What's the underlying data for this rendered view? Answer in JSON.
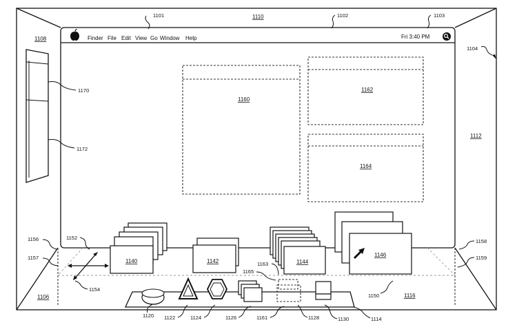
{
  "menu_bar": {
    "items": [
      "Finder",
      "File",
      "Edit",
      "View",
      "Go",
      "Window",
      "Help"
    ],
    "clock": "Fri 3:40 PM"
  },
  "refs": {
    "r1101": "1101",
    "r1110": "1110",
    "r1102": "1102",
    "r1103": "1103",
    "r1104": "1104",
    "r1108": "1108",
    "r1112": "1112",
    "r1170": "1170",
    "r1172": "1172",
    "r1160": "1160",
    "r1162": "1162",
    "r1164": "1164",
    "r1156": "1156",
    "r1157": "1157",
    "r1152": "1152",
    "r1154": "1154",
    "r1106": "1106",
    "r1140": "1140",
    "r1142": "1142",
    "r1144": "1144",
    "r1146": "1146",
    "r1158": "1158",
    "r1159": "1159",
    "r1150": "1150",
    "r1116": "1116",
    "r1165": "1165",
    "r1163": "1163",
    "r1120": "1120",
    "r1122": "1122",
    "r1124": "1124",
    "r1126": "1126",
    "r1161": "1161",
    "r1128": "1128",
    "r1130": "1130",
    "r1114": "1114"
  },
  "icons": {
    "apple": "apple-logo-icon",
    "search": "spotlight-search-icon",
    "cursor": "pointer-arrow-icon",
    "move": "four-way-arrow-icon"
  }
}
